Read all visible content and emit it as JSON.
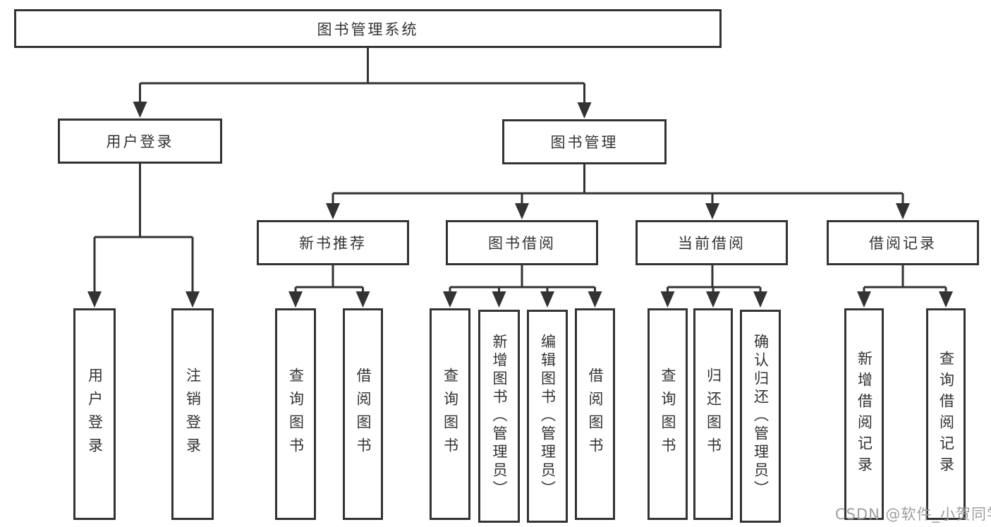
{
  "diagram": {
    "root": "图书管理系统",
    "level2": [
      "用户登录",
      "图书管理"
    ],
    "level3": [
      "新书推荐",
      "图书借阅",
      "当前借阅",
      "借阅记录"
    ],
    "leaves_login": [
      "用户登录",
      "注销登录"
    ],
    "leaves_recommend": [
      "查询图书",
      "借阅图书"
    ],
    "leaves_borrow": [
      "查询图书",
      "新增图书（管理员）",
      "编辑图书（管理员）",
      "借阅图书"
    ],
    "leaves_current": [
      "查询图书",
      "归还图书",
      "确认归还（管理员）"
    ],
    "leaves_record": [
      "新增借阅记录",
      "查询借阅记录"
    ]
  },
  "colors": {
    "line": "#333333",
    "box_border": "#333333",
    "box_background": "#ffffff",
    "text": "#333333",
    "watermark": "#9e9e9e"
  },
  "watermark": {
    "text": "CSDN @软件_小贺同学"
  }
}
